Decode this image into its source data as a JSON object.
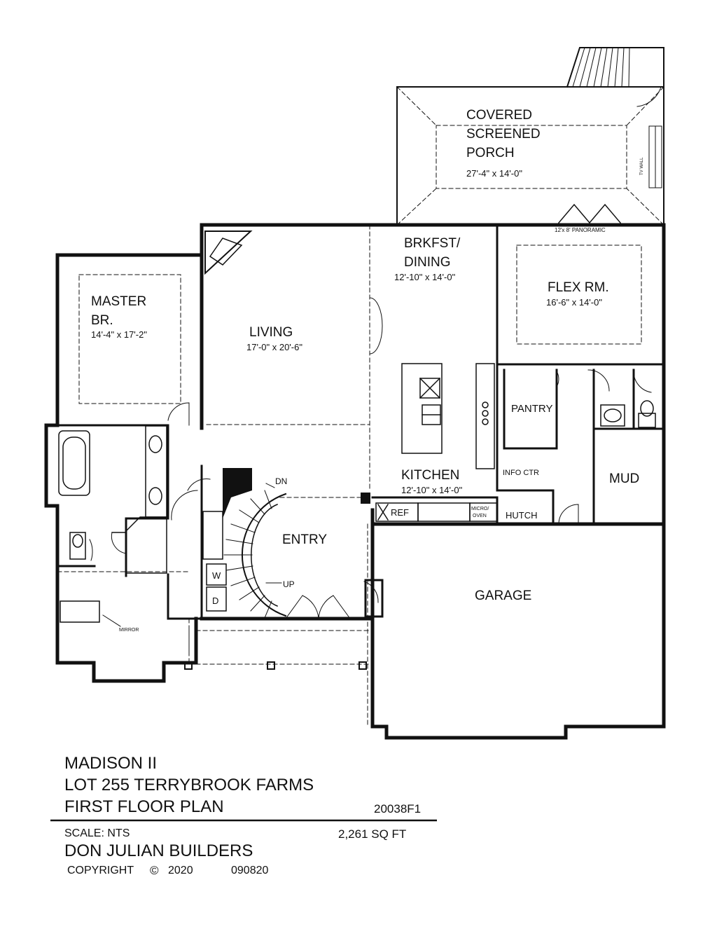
{
  "rooms": {
    "porch": {
      "name_1": "COVERED",
      "name_2": "SCREENED",
      "name_3": "PORCH",
      "size": "27'-4\" x 14'-0\""
    },
    "tv_wall": "TV WALL",
    "panoramic": "12'x 8' PANORAMIC",
    "dining": {
      "name_1": "BRKFST/",
      "name_2": "DINING",
      "size": "12'-10\" x 14'-0\""
    },
    "flex": {
      "name": "FLEX RM.",
      "size": "16'-6\" x 14'-0\""
    },
    "master": {
      "name_1": "MASTER",
      "name_2": "BR.",
      "size": "14'-4\" x 17'-2\""
    },
    "living": {
      "name": "LIVING",
      "size": "17'-0\" x 20'-6\""
    },
    "pantry": "PANTRY",
    "kitchen": {
      "name": "KITCHEN",
      "size": "12'-10\" x 14'-0\""
    },
    "info_ctr": "INFO CTR",
    "mud": "MUD",
    "ref": "REF",
    "micro_1": "MICRO/",
    "micro_2": "OVEN",
    "hutch": "HUTCH",
    "entry": "ENTRY",
    "stair_dn": "DN",
    "stair_up": "UP",
    "garage": "GARAGE",
    "washer": "W",
    "dryer": "D",
    "mirror": "MIRROR"
  },
  "title_block": {
    "plan_name": "MADISON II",
    "lot": "LOT 255 TERRYBROOK FARMS",
    "sheet": "FIRST FLOOR PLAN",
    "plan_number": "20038F1",
    "scale": "SCALE:  NTS",
    "area": "2,261  SQ  FT",
    "builder": "DON JULIAN BUILDERS",
    "copyright": "COPYRIGHT",
    "copyright_symbol": "©",
    "year": "2020",
    "date_code": "090820"
  }
}
